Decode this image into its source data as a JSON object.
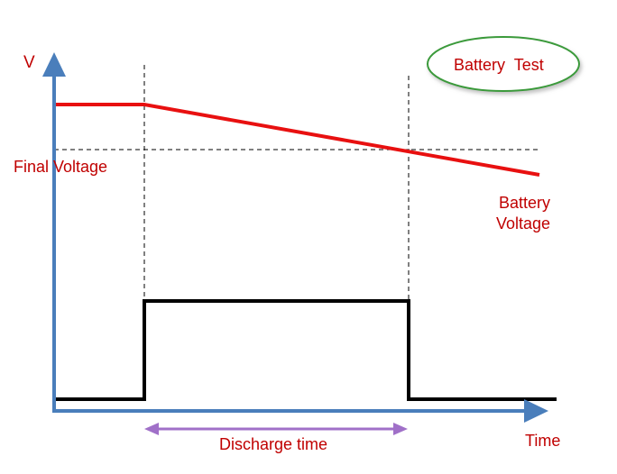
{
  "axes": {
    "y_label": "V",
    "x_label": "Time"
  },
  "labels": {
    "final_voltage": "Final Voltage",
    "battery_voltage_line1": "Battery",
    "battery_voltage_line2": "Voltage",
    "discharge_time": "Discharge time",
    "badge": "Battery  Test"
  },
  "colors": {
    "axis": "#4a7ebb",
    "battery_voltage": "#e81010",
    "load_signal": "#000000",
    "label_red": "#c00000",
    "discharge_arrow": "#a070c8",
    "badge_border": "#3a9a3a",
    "text": "#000000"
  }
}
